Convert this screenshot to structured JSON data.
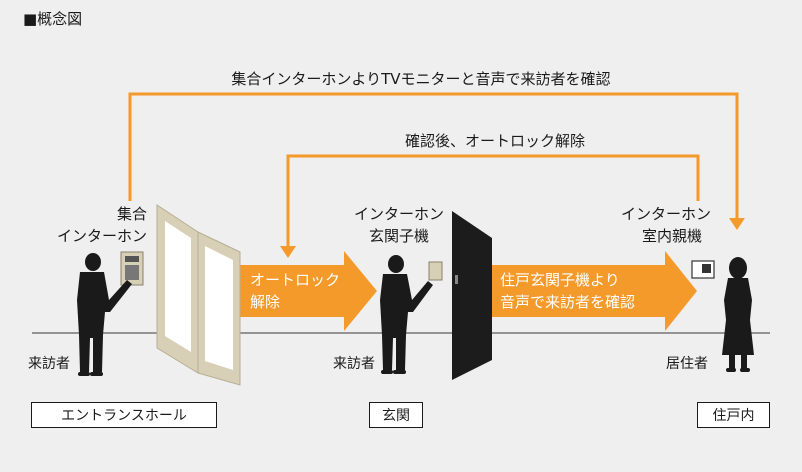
{
  "title": "■概念図",
  "labels": {
    "top_path": "集合インターホンよりTVモニターと音声で来訪者を確認",
    "mid_path": "確認後、オートロック解除",
    "entrance_intercom": [
      "集合",
      "インターホン"
    ],
    "door_intercom": [
      "インターホン",
      "玄関子機"
    ],
    "indoor_intercom": [
      "インターホン",
      "室内親機"
    ],
    "arrow1": [
      "オートロック",
      "解除"
    ],
    "arrow2": [
      "住戸玄関子機より",
      "音声で来訪者を確認"
    ],
    "visitor_a": "来訪者",
    "visitor_b": "来訪者",
    "resident": "居住者"
  },
  "locations": [
    "エントランスホール",
    "玄関",
    "住戸内"
  ],
  "colors": {
    "orange": "#f39a2b",
    "door_frame": "#d8cfb7",
    "glass": "#ffffff",
    "dark": "#1a1a1a",
    "background": "#efefef"
  }
}
